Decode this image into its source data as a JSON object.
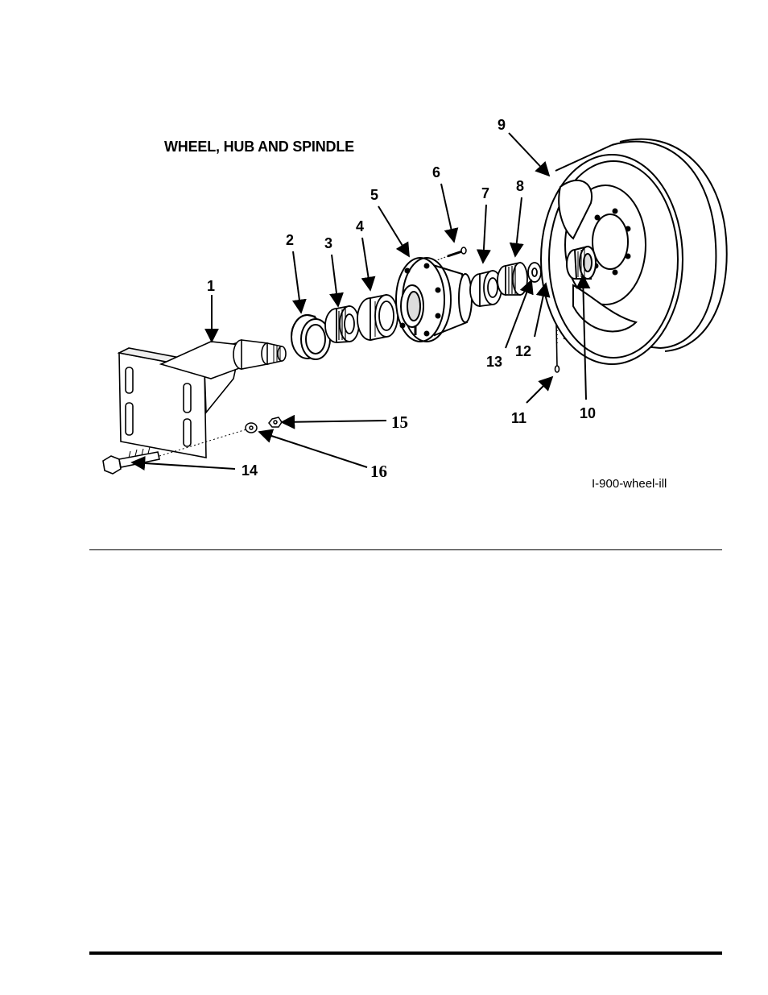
{
  "diagram": {
    "title": "WHEEL, HUB AND SPINDLE",
    "figure_id": "I-900-wheel-ill",
    "callouts": {
      "c1": "1",
      "c2": "2",
      "c3": "3",
      "c4": "4",
      "c5": "5",
      "c6": "6",
      "c7": "7",
      "c8": "8",
      "c9": "9",
      "c10": "10",
      "c11": "11",
      "c12": "12",
      "c13": "13",
      "c14": "14",
      "c15": "15",
      "c16": "16"
    }
  },
  "colors": {
    "ink": "#000000",
    "paper": "#ffffff",
    "shade": "#cfcfcf"
  }
}
